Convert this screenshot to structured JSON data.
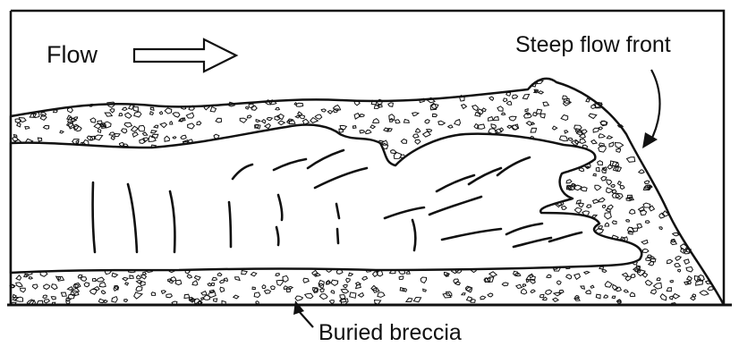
{
  "labels": {
    "flow": "Flow",
    "flow_front": "Steep flow front",
    "breccia": "Buried breccia"
  },
  "colors": {
    "ink": "#111111",
    "paper": "#ffffff"
  }
}
